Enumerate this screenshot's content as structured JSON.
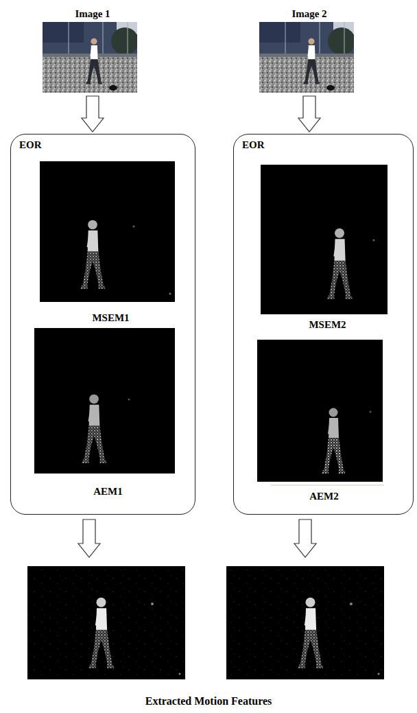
{
  "diagram": {
    "caption": "Extracted Motion Features",
    "nodes": [
      {
        "text": [
          "Image 1"
        ]
      },
      {
        "text": [
          "Image 2"
        ]
      },
      {
        "text": [
          "EOR"
        ]
      },
      {
        "text": [
          "MSEM1"
        ],
        "in": 2
      },
      {
        "text": [
          "AEM1"
        ],
        "in": 2
      },
      {
        "text": [
          "EOR"
        ]
      },
      {
        "text": [
          "MSEM2"
        ],
        "in": 5
      },
      {
        "text": [
          "AEM2"
        ],
        "in": 5
      }
    ],
    "edges": [
      {
        "from": 0,
        "to": 2,
        "arrow": "to"
      },
      {
        "from": 1,
        "to": 5,
        "arrow": "to"
      }
    ]
  }
}
